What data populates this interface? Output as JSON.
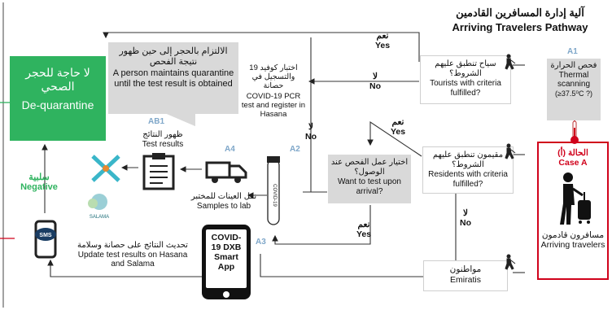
{
  "title": {
    "ar": "آلية إدارة المسافرين القادمين",
    "en": "Arriving Travelers Pathway"
  },
  "dequarantine": {
    "ar": "لا حاجة للحجر الصحي",
    "en": "De-quarantine"
  },
  "quarantine_callout": {
    "ar": "الالتزام بالحجر إلى حين ظهور نتيجة الفحص",
    "en": "A person maintains quarantine until the test result is obtained"
  },
  "pcr_test": {
    "ar": "اختبار كوفيد 19 والتسجيل في حصانة",
    "en": "COVID-19 PCR test and register in Hasana"
  },
  "tourists": {
    "ar": "سياح تنطبق عليهم الشروط؟",
    "en": "Tourists with criteria fulfilled?"
  },
  "thermal": {
    "ar": "فحص الحرارة",
    "en": "Thermal scanning",
    "detail": "(≥37.5⁰C ?)"
  },
  "test_on_arrival": {
    "ar": "اختيار عمل الفحص عند الوصول؟",
    "en": "Want to test upon arrival?"
  },
  "residents": {
    "ar": "مقيمون تنطبق عليهم الشروط؟",
    "en": "Residents with criteria fulfilled?"
  },
  "emiratis": {
    "ar": "مواطنون",
    "en": "Emiratis"
  },
  "case_a": {
    "ar": "الحالة (أ)",
    "en": "Case A"
  },
  "arriving": {
    "ar": "مسافرون قادمون",
    "en": "Arriving travelers"
  },
  "samples": {
    "ar": "نقل العينات للمختبر",
    "en": "Samples to lab"
  },
  "results": {
    "ar": "ظهور النتائج",
    "en": "Test results"
  },
  "update": {
    "ar": "تحديث النتائج على حصانة وسلامة",
    "en": "Update test results on Hasana and Salama"
  },
  "negative": {
    "ar": "سلبية",
    "en": "Negative"
  },
  "app": {
    "line1": "COVID-",
    "line2": "19 DXB",
    "line3": "Smart",
    "line4": "App"
  },
  "sms": "SMS",
  "salama": "SALAMA",
  "test_tube_label": "COVID-19",
  "steps": {
    "a1": "A1",
    "a2": "A2",
    "a3": "A3",
    "a4": "A4",
    "ab1": "AB1"
  },
  "yes_labels": {
    "ar": "نعم",
    "en": "Yes"
  },
  "no_labels": {
    "ar": "لا",
    "en": "No"
  },
  "colors": {
    "green": "#2fb35f",
    "gray": "#d9d9d9",
    "red": "#d0021b",
    "step": "#7fa7c9"
  }
}
